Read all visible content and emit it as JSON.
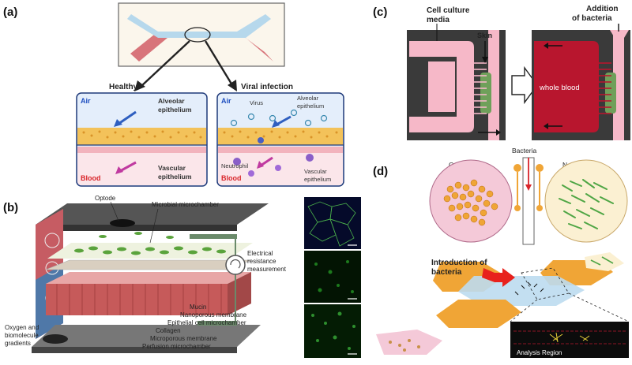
{
  "panels": {
    "a": {
      "label": "(a)",
      "healthy_title": "Healthy",
      "infection_title": "Viral infection",
      "healthy": {
        "air": "Air",
        "alveolar": [
          "Alveolar",
          "epithelium"
        ],
        "blood": "Blood",
        "vascular": [
          "Vascular",
          "epithelium"
        ]
      },
      "infection": {
        "air": "Air",
        "virus": "Virus",
        "alveolar": [
          "Alveolar",
          "epithelium"
        ],
        "neutrophil": "Neutrophil",
        "blood": "Blood",
        "vascular": [
          "Vascular",
          "epithelium"
        ]
      }
    },
    "b": {
      "label": "(b)",
      "optode": "Optode",
      "microbial": "Microbial microchamber",
      "electrical": [
        "Electrical",
        "resistance",
        "measurement"
      ],
      "mucin": "Mucin",
      "nanoporous": "Nanoporous membrane",
      "epithelial": "Epithelial cell microchamber",
      "collagen": "Collagen",
      "microporous": "Microporous membrane",
      "perfusion": "Perfusion microchamber",
      "oxygen": [
        "Oxygen and",
        "biomolecule",
        "gradients"
      ]
    },
    "c": {
      "label": "(c)",
      "media": [
        "Cell  culture",
        "media"
      ],
      "addition": [
        "Addition",
        "of bacteria"
      ],
      "skin": "Skin",
      "whole_blood": "whole blood"
    },
    "d": {
      "label": "(d)",
      "cancer": "Cancer Cells",
      "bacteria": "Bacteria",
      "normal": "Normal Cells",
      "introduction": [
        "Introduction  of",
        "bacteria"
      ],
      "analysis": "Analysis Region"
    }
  },
  "colors": {
    "air": "#e4eefb",
    "air_border": "#1f3a7a",
    "blood": "#fbe6ea",
    "blood_text": "#d9252a",
    "air_text": "#1f4fc0",
    "cells": "#f3c25a",
    "chip_pink": "#f6b8c8",
    "chip_dark": "#3a3a3a",
    "whole_blood": "#b8162e",
    "bacteria_green": "#4fa645",
    "orange_chip": "#f0a536",
    "channel_blue": "#bcdcf0"
  }
}
